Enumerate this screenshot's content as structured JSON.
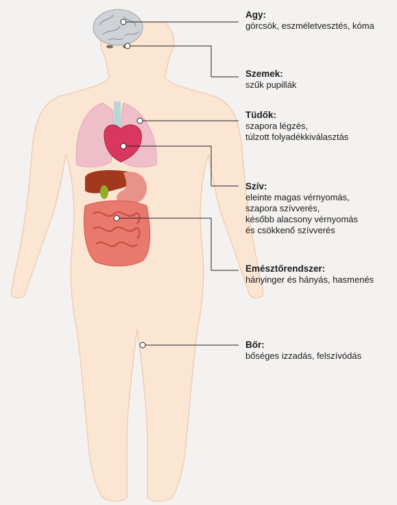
{
  "labels": {
    "agy": {
      "title": "Agy:",
      "desc": "görcsök, eszméletvesztés, kóma"
    },
    "szemek": {
      "title": "Szemek:",
      "desc": "szűk pupillák"
    },
    "tudok": {
      "title": "Tüdők:",
      "desc": "szapora légzés,\ntúlzott folyadékkiválasztás"
    },
    "sziv": {
      "title": "Szív:",
      "desc": "eleinte magas vérnyomás,\nszapora szívverés,\nkésőbb alacsony vérnyomás\nés csökkenő szívverés"
    },
    "emeszto": {
      "title": "Emésztőrendszer:",
      "desc": "hányinger és hányás, hasmenés"
    },
    "bor": {
      "title": "Bőr:",
      "desc": "bőséges izzadás, felszívódás"
    }
  },
  "colors": {
    "background": "#f4f2f0",
    "skin": "#fbe5d3",
    "skin_outline": "#f1cdb3",
    "brain": "#cfd2d6",
    "lungs": "#efbfc9",
    "heart": "#d9375f",
    "liver": "#a2391f",
    "gallbladder": "#8fae2a",
    "stomach": "#e8928a",
    "intestine": "#e9786d",
    "leader_line": "#222222"
  }
}
